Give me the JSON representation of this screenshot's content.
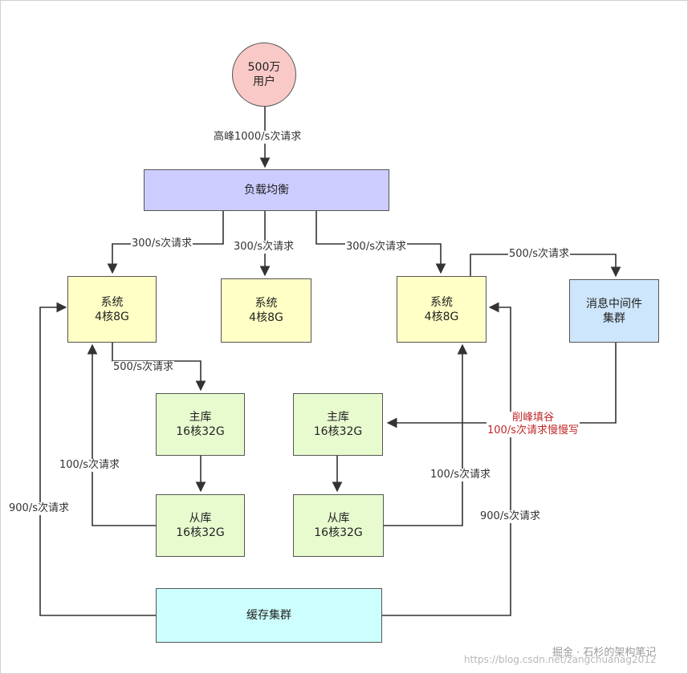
{
  "nodes": {
    "users": [
      "500万",
      "用户"
    ],
    "load_balancer": "负载均衡",
    "system_left": [
      "系统",
      "4核8G"
    ],
    "system_mid": [
      "系统",
      "4核8G"
    ],
    "system_right": [
      "系统",
      "4核8G"
    ],
    "mq": [
      "消息中间件",
      "集群"
    ],
    "master_left": [
      "主库",
      "16核32G"
    ],
    "master_right": [
      "主库",
      "16核32G"
    ],
    "slave_left": [
      "从库",
      "16核32G"
    ],
    "slave_right": [
      "从库",
      "16核32G"
    ],
    "cache": "缓存集群"
  },
  "edge_labels": {
    "peak": "高峰1000/s次请求",
    "lb_left": "300/s次请求",
    "lb_mid": "300/s次请求",
    "lb_right": "300/s次请求",
    "sys_to_mq": "500/s次请求",
    "sys_to_db": "500/s次请求",
    "slave_left_up": "100/s次请求",
    "slave_right_up": "100/s次请求",
    "cache_left": "900/s次请求",
    "cache_right": "900/s次请求",
    "mq_note": [
      "削峰填谷",
      "100/s次请求慢慢写"
    ]
  },
  "colors": {
    "users": "#f8c9c7",
    "load_balancer": "#ccccff",
    "system": "#ffffc6",
    "mq": "#cde6fb",
    "db": "#e8fbcf",
    "cache": "#ccfffd",
    "note": "#c0282a"
  },
  "watermark": {
    "url": "https://blog.csdn.net/zangchuanag2012",
    "source": "掘金 · 石杉的架构笔记"
  }
}
